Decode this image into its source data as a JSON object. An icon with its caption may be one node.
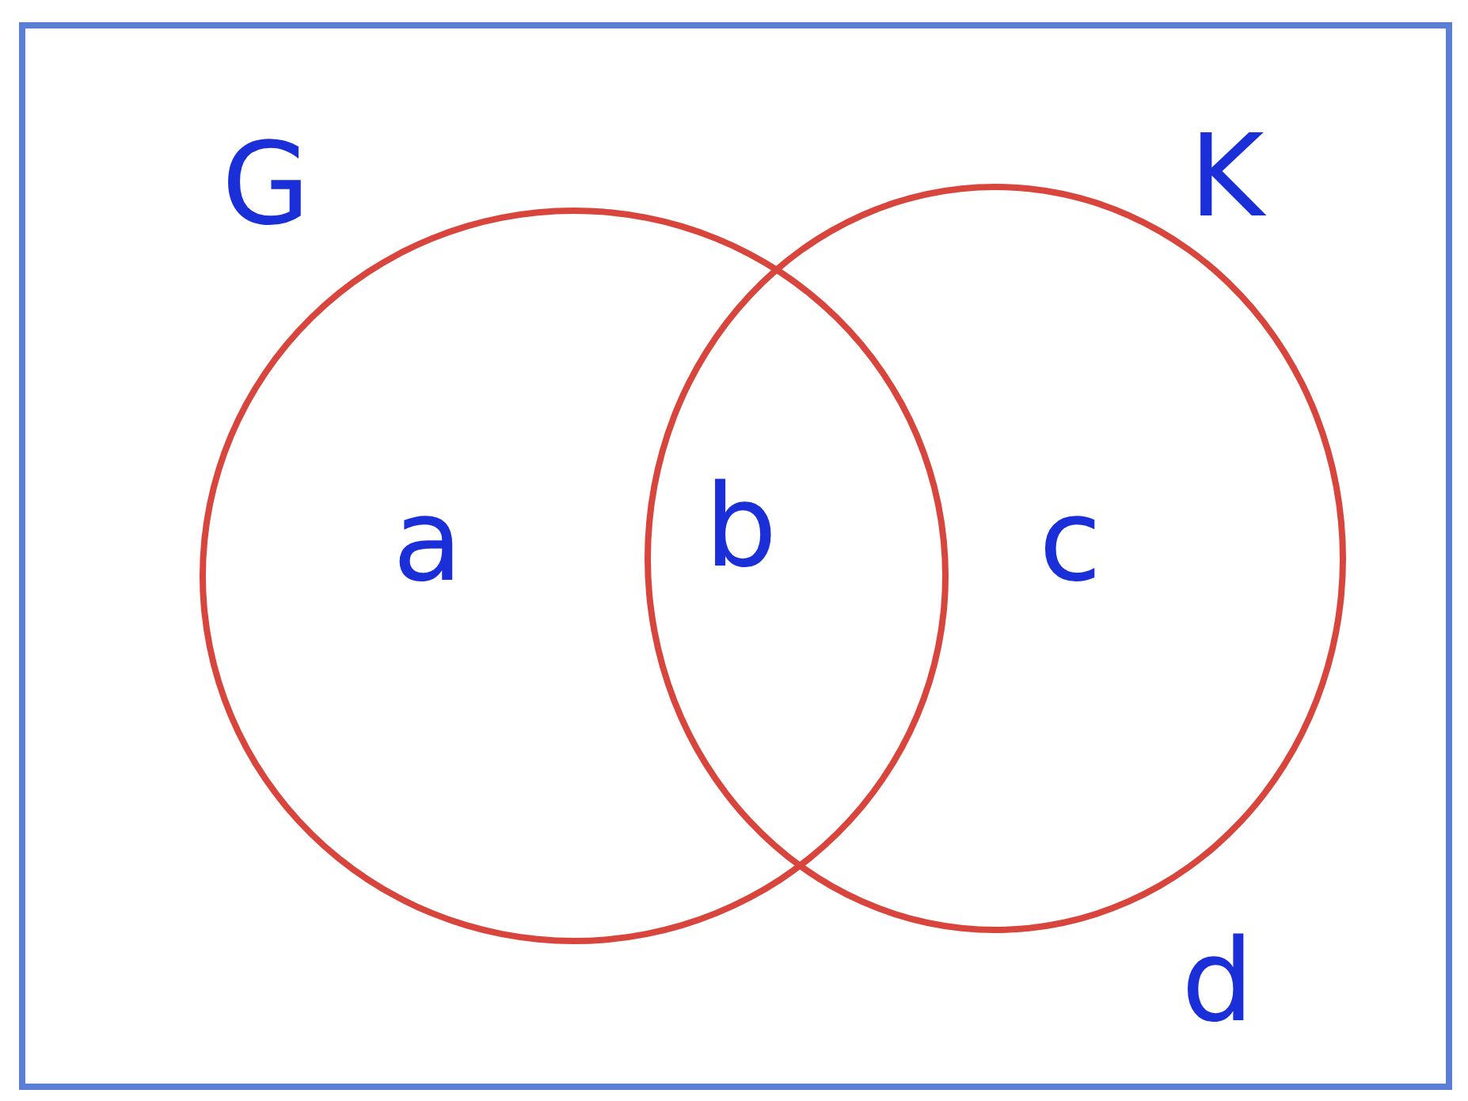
{
  "diagram": {
    "nodes": [
      {
        "text": [
          "d"
        ]
      },
      {
        "text": [
          "G",
          "a"
        ],
        "in": 0
      },
      {
        "text": [
          "K",
          "c"
        ],
        "in": 0
      }
    ],
    "labels": [
      "b"
    ]
  }
}
